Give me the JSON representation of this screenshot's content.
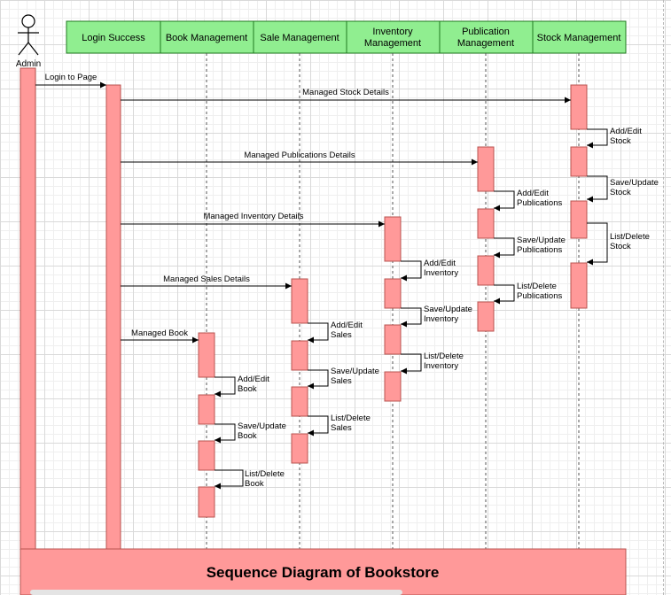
{
  "diagram": {
    "title": "Sequence Diagram of Bookstore",
    "actor": {
      "label": "Admin"
    },
    "lifelines": [
      {
        "id": "login",
        "lines": [
          "Login Success"
        ]
      },
      {
        "id": "book",
        "lines": [
          "Book Management"
        ]
      },
      {
        "id": "sale",
        "lines": [
          "Sale Management"
        ]
      },
      {
        "id": "inventory",
        "lines": [
          "Inventory",
          "Management"
        ]
      },
      {
        "id": "publication",
        "lines": [
          "Publication",
          "Management"
        ]
      },
      {
        "id": "stock",
        "lines": [
          "Stock Management"
        ]
      }
    ],
    "messages": [
      {
        "id": "login-to-page",
        "from": "admin",
        "to": "login",
        "label": "Login to Page"
      },
      {
        "id": "managed-stock",
        "from": "login",
        "to": "stock",
        "label": "Managed Stock  Details"
      },
      {
        "id": "managed-publications",
        "from": "login",
        "to": "publication",
        "label": "Managed Publications Details"
      },
      {
        "id": "managed-inventory",
        "from": "login",
        "to": "inventory",
        "label": "Managed Inventory Details"
      },
      {
        "id": "managed-sales",
        "from": "login",
        "to": "sale",
        "label": "Managed Sales Details"
      },
      {
        "id": "managed-book",
        "from": "login",
        "to": "book",
        "label": "Managed Book"
      }
    ],
    "self_messages": [
      {
        "id": "stock-add",
        "lifeline": "stock",
        "lines": [
          "Add/Edit",
          "Stock"
        ]
      },
      {
        "id": "stock-save",
        "lifeline": "stock",
        "lines": [
          "Save/Update",
          "Stock"
        ]
      },
      {
        "id": "stock-list",
        "lifeline": "stock",
        "lines": [
          "List/Delete",
          "Stock"
        ]
      },
      {
        "id": "publication-add",
        "lifeline": "publication",
        "lines": [
          "Add/Edit",
          "Publications"
        ]
      },
      {
        "id": "publication-save",
        "lifeline": "publication",
        "lines": [
          "Save/Update",
          "Publications"
        ]
      },
      {
        "id": "publication-list",
        "lifeline": "publication",
        "lines": [
          "List/Delete",
          "Publications"
        ]
      },
      {
        "id": "inventory-add",
        "lifeline": "inventory",
        "lines": [
          "Add/Edit",
          "Inventory"
        ]
      },
      {
        "id": "inventory-save",
        "lifeline": "inventory",
        "lines": [
          "Save/Update",
          "Inventory"
        ]
      },
      {
        "id": "inventory-list",
        "lifeline": "inventory",
        "lines": [
          "List/Delete",
          "Inventory"
        ]
      },
      {
        "id": "sale-add",
        "lifeline": "sale",
        "lines": [
          "Add/Edit",
          "Sales"
        ]
      },
      {
        "id": "sale-save",
        "lifeline": "sale",
        "lines": [
          "Save/Update",
          "Sales"
        ]
      },
      {
        "id": "sale-list",
        "lifeline": "sale",
        "lines": [
          "List/Delete",
          "Sales"
        ]
      },
      {
        "id": "book-add",
        "lifeline": "book",
        "lines": [
          "Add/Edit",
          "Book"
        ]
      },
      {
        "id": "book-save",
        "lifeline": "book",
        "lines": [
          "Save/Update",
          "Book"
        ]
      },
      {
        "id": "book-list",
        "lifeline": "book",
        "lines": [
          "List/Delete",
          "Book"
        ]
      }
    ],
    "colors": {
      "header_fill": "#90ee90",
      "header_stroke": "#1f7a1f",
      "activation_fill": "#ff9999",
      "activation_stroke": "#b85450",
      "title_fill": "#ff9999",
      "line": "#000000"
    }
  }
}
